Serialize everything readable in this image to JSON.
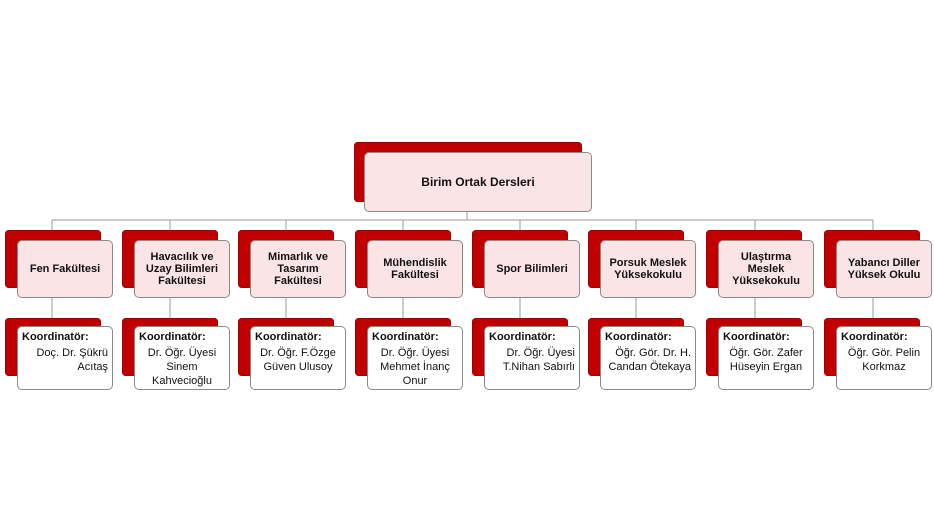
{
  "root": {
    "label": "Birim Ortak Dersleri"
  },
  "colors": {
    "accent": "#c00000",
    "box_fill": "#fbe4e6",
    "coord_fill": "#ffffff",
    "line": "#9a9a9a"
  },
  "units": [
    {
      "name": "Fen Fakültesi",
      "coordinator_label": "Koordinatör:",
      "coordinator": "Doç. Dr. Şükrü Acıtaş"
    },
    {
      "name": "Havacılık ve Uzay Bilimleri Fakültesi",
      "coordinator_label": "Koordinatör:",
      "coordinator": "Dr. Öğr. Üyesi Sinem Kahvecioğlu"
    },
    {
      "name": "Mimarlık ve Tasarım Fakültesi",
      "coordinator_label": "Koordinatör:",
      "coordinator": "Dr. Öğr. F.Özge Güven Ulusoy"
    },
    {
      "name": "Mühendislik Fakültesi",
      "coordinator_label": "Koordinatör:",
      "coordinator": "Dr. Öğr. Üyesi Mehmet İnanç Onur"
    },
    {
      "name": "Spor Bilimleri",
      "coordinator_label": "Koordinatör:",
      "coordinator": "Dr. Öğr. Üyesi T.Nihan Sabırlı"
    },
    {
      "name": "Porsuk Meslek Yüksekokulu",
      "coordinator_label": "Koordinatör:",
      "coordinator": "Öğr. Gör. Dr. H. Candan Ötekaya"
    },
    {
      "name": "Ulaştırma Meslek Yüksekokulu",
      "coordinator_label": "Koordinatör:",
      "coordinator": "Öğr. Gör. Zafer Hüseyin Ergan"
    },
    {
      "name": "Yabancı Diller Yüksek Okulu",
      "coordinator_label": "Koordinatör:",
      "coordinator": "Öğr. Gör. Pelin Korkmaz"
    }
  ]
}
